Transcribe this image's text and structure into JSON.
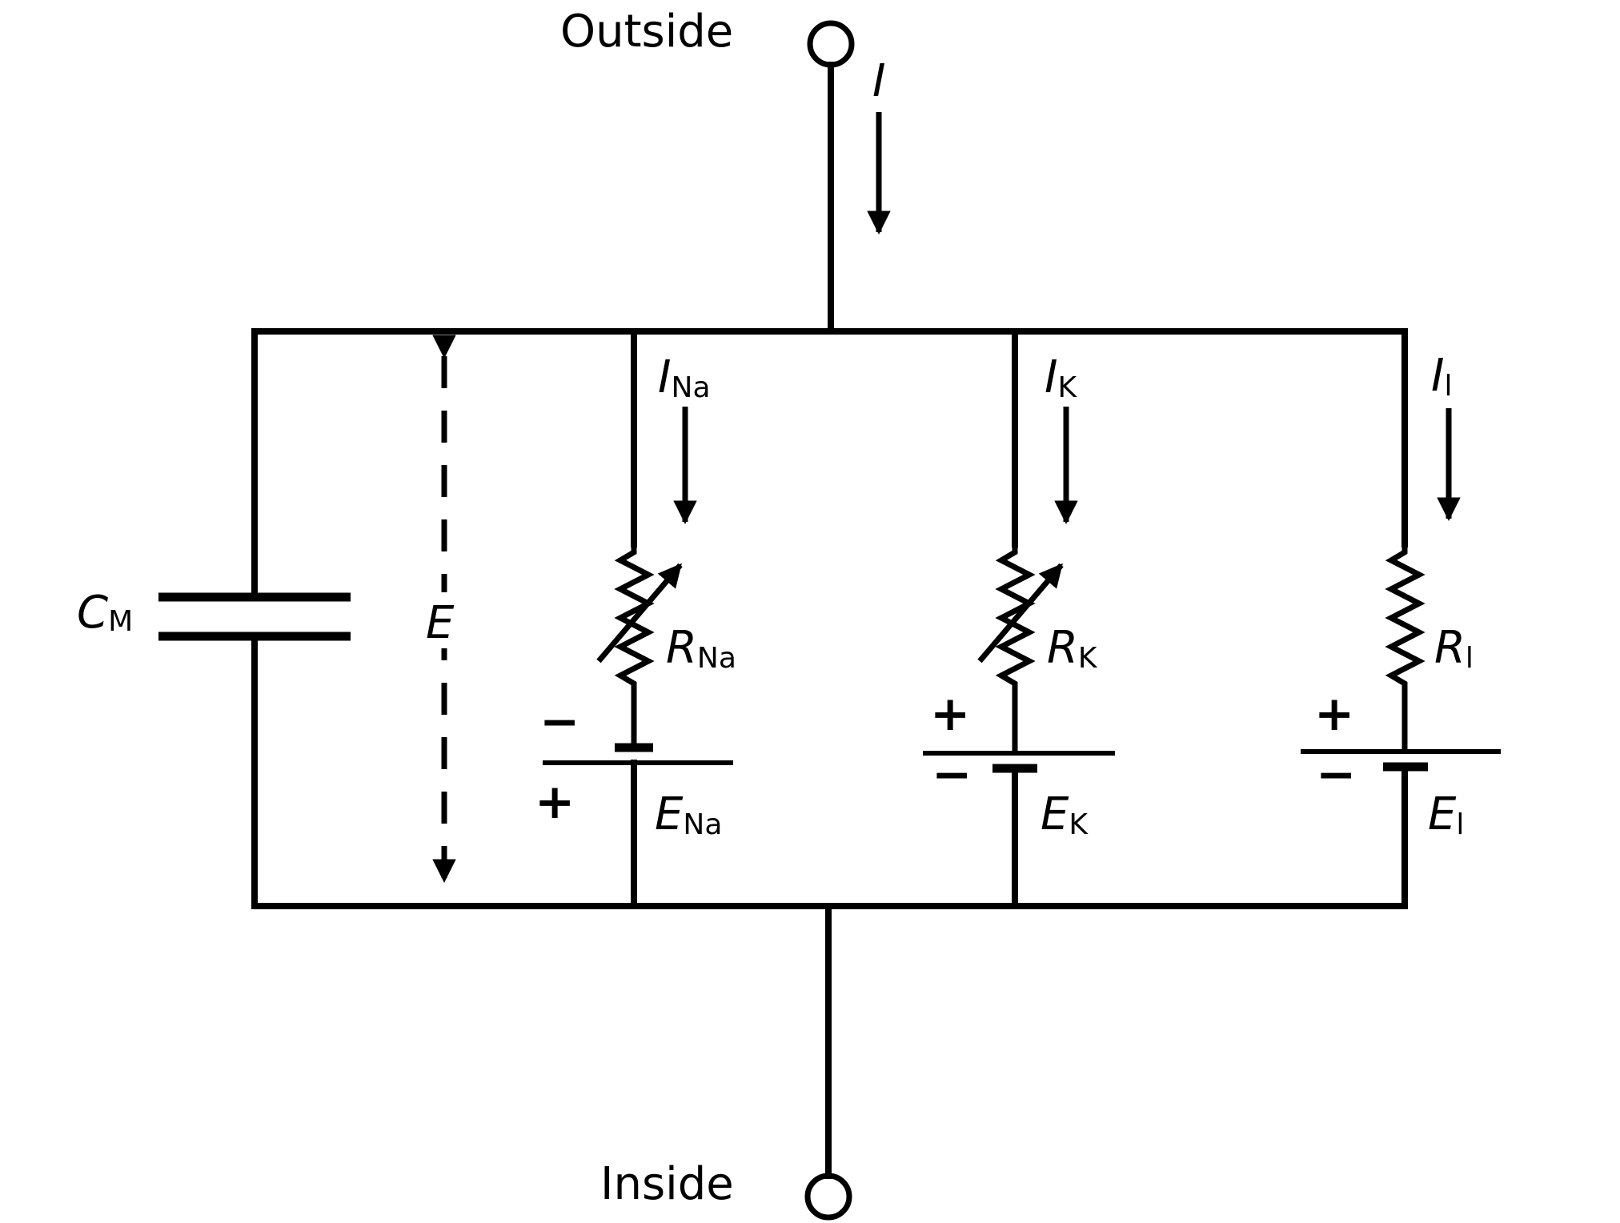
{
  "terminals": {
    "outside": "Outside",
    "inside": "Inside"
  },
  "currents": {
    "total": "I",
    "na_main": "I",
    "na_sub": "Na",
    "k_main": "I",
    "k_sub": "K",
    "l_main": "I",
    "l_sub": "l"
  },
  "capacitor": {
    "main": "C",
    "sub": "M"
  },
  "voltage": {
    "label": "E"
  },
  "resistors": {
    "na_main": "R",
    "na_sub": "Na",
    "k_main": "R",
    "k_sub": "K",
    "l_main": "R",
    "l_sub": "l"
  },
  "batteries": {
    "na_main": "E",
    "na_sub": "Na",
    "k_main": "E",
    "k_sub": "K",
    "l_main": "E",
    "l_sub": "l"
  },
  "polarity": {
    "minus": "−",
    "plus": "+"
  }
}
